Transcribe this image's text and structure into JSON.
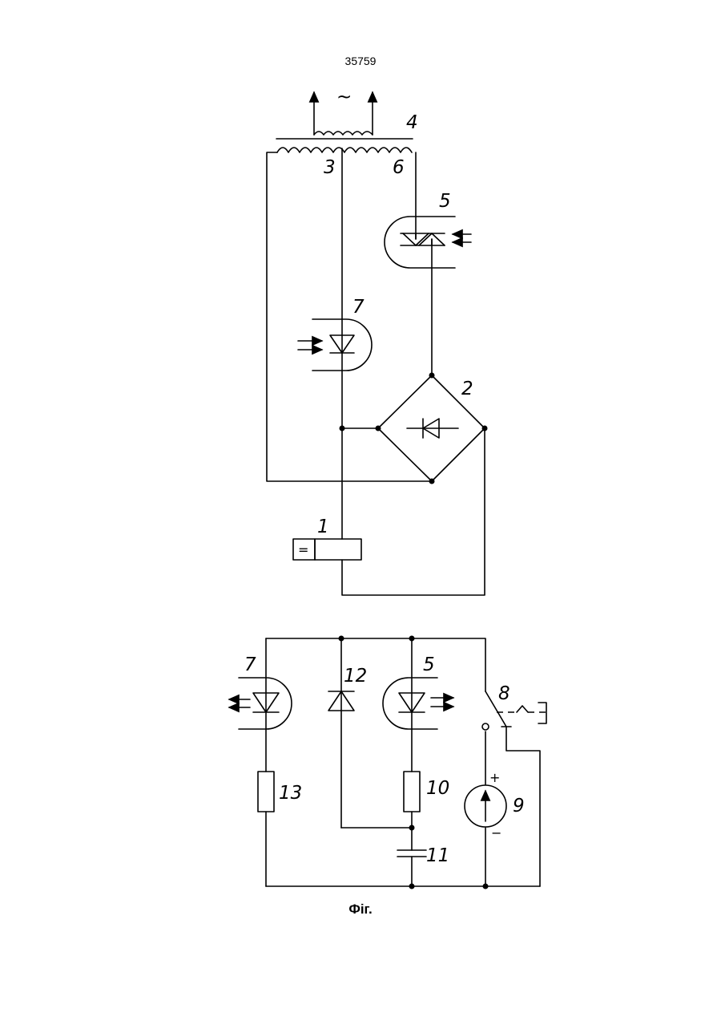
{
  "page_number": "35759",
  "caption": "Фіг.",
  "labels": {
    "transformer": "4",
    "winding_3": "3",
    "winding_6": "6",
    "triac_optocoupler_top": "5",
    "photodiode_top": "7",
    "bridge": "2",
    "load": "1",
    "ac_symbol": "~",
    "dc_symbol": "=",
    "led_7": "7",
    "diode_12": "12",
    "led_5": "5",
    "switch_8": "8",
    "resistor_13": "13",
    "resistor_10": "10",
    "source_9": "9",
    "capacitor_11": "11",
    "plus": "+",
    "minus": "−"
  }
}
